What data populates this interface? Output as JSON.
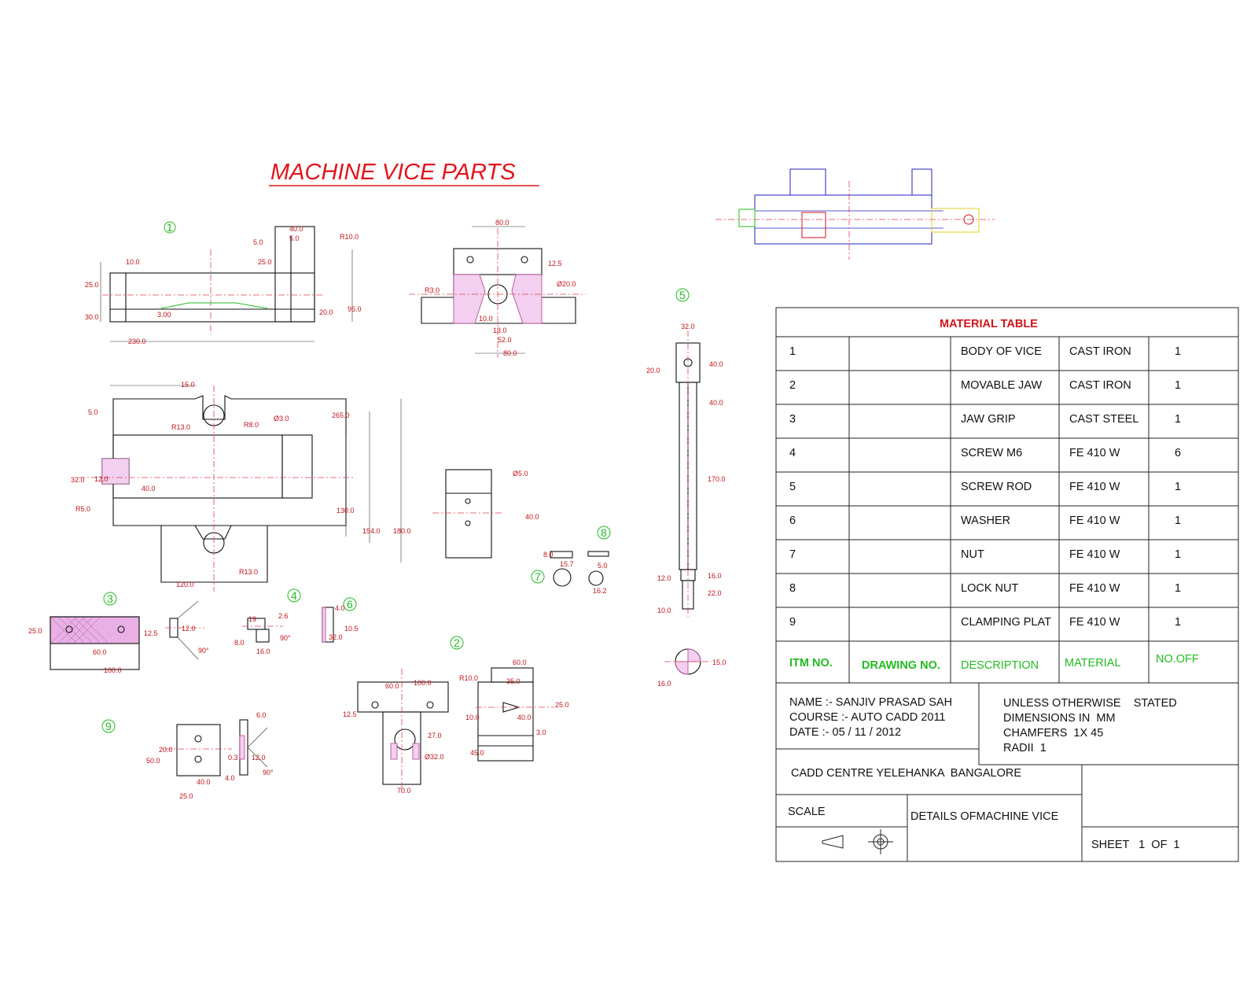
{
  "title": "MACHINE VICE PARTS",
  "part_numbers": [
    "1",
    "2",
    "3",
    "4",
    "5",
    "6",
    "7",
    "8",
    "9"
  ],
  "dims": {
    "p1": [
      "10.0",
      "25.0",
      "30.0",
      "230.0",
      "40.0",
      "5.0",
      "5.0",
      "R10.0",
      "25.0",
      "95.0",
      "20.0",
      "3.00"
    ],
    "p1top": [
      "80.0",
      "12.5",
      "R3.0",
      "Ø20.0",
      "10.0",
      "13.0",
      "52.0",
      "80.0"
    ],
    "plan": [
      "15.0",
      "5.0",
      "R13.0",
      "R8.0",
      "Ø3.0",
      "265.0",
      "32.0",
      "12.0",
      "40.0",
      "R5.0",
      "130.0",
      "154.0",
      "180.0",
      "120.0",
      "R13.0"
    ],
    "p3": [
      "25.0",
      "60.0",
      "100.0",
      "12.5",
      "12.0",
      "90°"
    ],
    "p4": [
      "19",
      "8.0",
      "16.0",
      "2.6",
      "90°"
    ],
    "p6": [
      "4.0",
      "10.5",
      "32.0"
    ],
    "p5": [
      "32.0",
      "20.0",
      "40.0",
      "40.0",
      "170.0",
      "12.0",
      "16.0",
      "22.0",
      "10.0",
      "15.0",
      "16.0"
    ],
    "pside": [
      "Ø5.0",
      "40.0"
    ],
    "p7": [
      "8.0",
      "15.7"
    ],
    "p8": [
      "5.0",
      "16.2"
    ],
    "p2": [
      "60.0",
      "100.0",
      "12.5",
      "27.0",
      "Ø32.0",
      "70.0",
      "R10.0",
      "35.0",
      "60.0",
      "25.0",
      "10.0",
      "40.0",
      "3.0",
      "45.0"
    ],
    "p9": [
      "6.0",
      "20.0",
      "50.0",
      "40.0",
      "25.0",
      "0.3",
      "12.0",
      "4.0",
      "90°"
    ]
  },
  "material_table": {
    "title": "MATERIAL TABLE",
    "rows": [
      {
        "no": "1",
        "drawing": "",
        "desc": "BODY OF VICE",
        "material": "CAST IRON",
        "qty": "1"
      },
      {
        "no": "2",
        "drawing": "",
        "desc": "MOVABLE JAW",
        "material": "CAST IRON",
        "qty": "1"
      },
      {
        "no": "3",
        "drawing": "",
        "desc": "JAW GRIP",
        "material": "CAST STEEL",
        "qty": "1"
      },
      {
        "no": "4",
        "drawing": "",
        "desc": "SCREW M6",
        "material": "FE 410 W",
        "qty": "6"
      },
      {
        "no": "5",
        "drawing": "",
        "desc": "SCREW ROD",
        "material": "FE 410 W",
        "qty": "1"
      },
      {
        "no": "6",
        "drawing": "",
        "desc": "WASHER",
        "material": "FE 410 W",
        "qty": "1"
      },
      {
        "no": "7",
        "drawing": "",
        "desc": "NUT",
        "material": "FE 410 W",
        "qty": "1"
      },
      {
        "no": "8",
        "drawing": "",
        "desc": "LOCK NUT",
        "material": "FE 410 W",
        "qty": "1"
      },
      {
        "no": "9",
        "drawing": "",
        "desc": "CLAMPING PLAT",
        "material": "FE 410 W",
        "qty": "1"
      }
    ],
    "headers": [
      "ITM NO.",
      "DRAWING NO.",
      "DESCRIPTION",
      "MATERIAL",
      "NO.OFF"
    ]
  },
  "title_block": {
    "name": "NAME :- SANJIV PRASAD SAH",
    "course": "COURSE :- AUTO CADD 2011",
    "date": "DATE :- 05 / 11 / 2012",
    "notes": [
      "UNLESS OTHERWISE    STATED",
      "DIMENSIONS IN  MM",
      "CHAMFERS  1X 45",
      "RADII  1"
    ],
    "institute": "CADD CENTRE YELEHANKA  BANGALORE",
    "scale": "SCALE",
    "drawing_title": "DETAILS OFMACHINE VICE",
    "sheet": "SHEET   1  OF  1"
  },
  "colors": {
    "title": "#e2141b",
    "dims": "#c0141b",
    "part_numbers": "#22bb22",
    "hatch": "#f3d0ef",
    "assembly": "#2020c0"
  }
}
